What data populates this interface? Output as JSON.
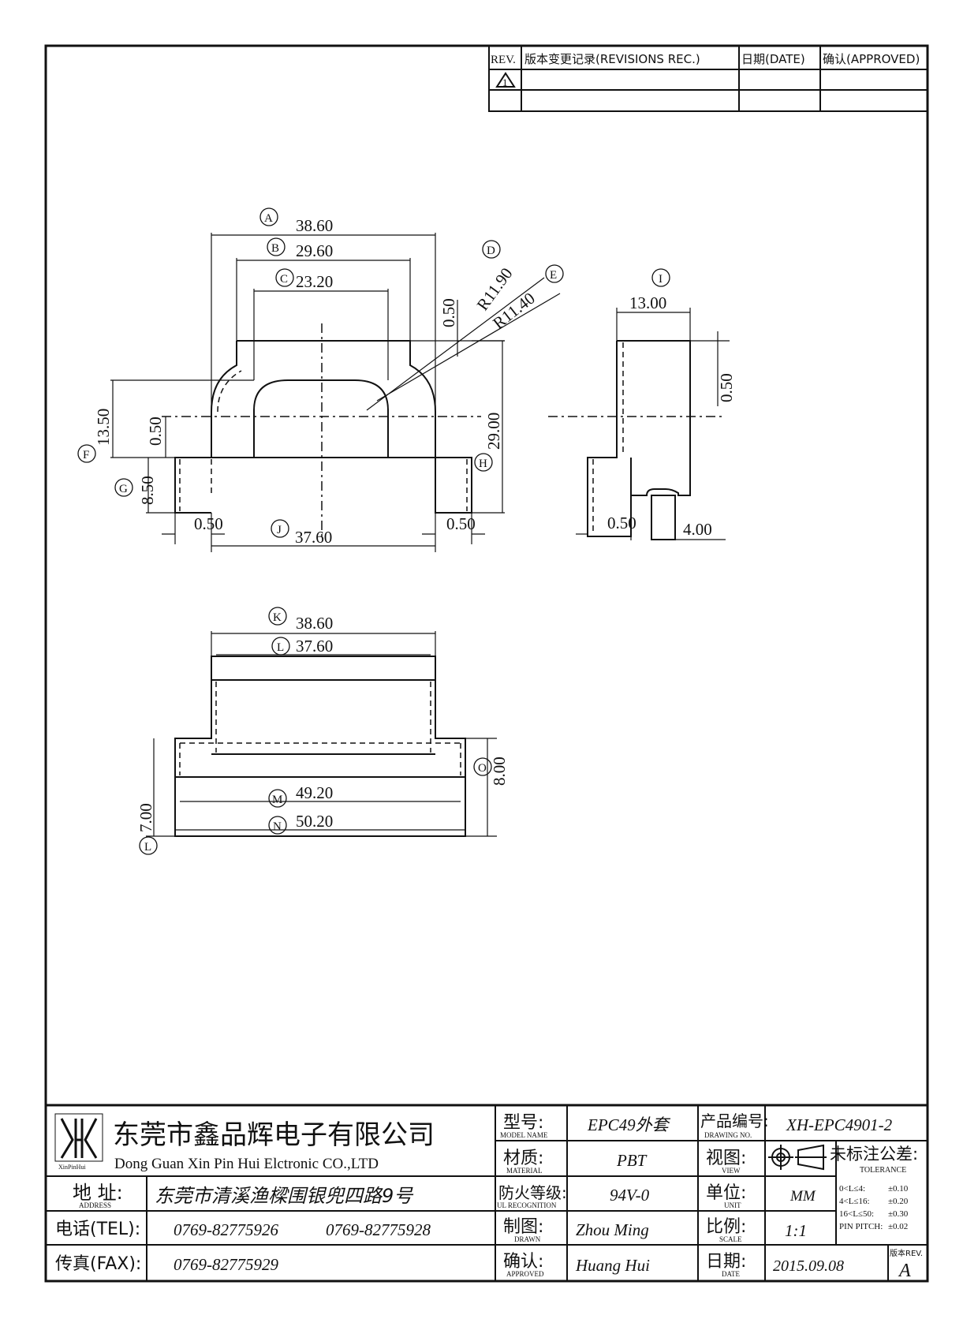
{
  "revision_block": {
    "rev_header": "REV.",
    "desc_header": "版本变更记录(REVISIONS REC.)",
    "date_header": "日期(DATE)",
    "approved_header": "确认(APPROVED)",
    "rev_mark": "1"
  },
  "dimensions": {
    "front": {
      "A": "38.60",
      "B": "29.60",
      "C": "23.20",
      "D": "R11.90",
      "E": "R11.40",
      "top_wall": "0.50",
      "F": "13.50",
      "F_wall": "0.50",
      "G": "8.50",
      "H": "29.00",
      "left_step": "0.50",
      "J": "37.60",
      "right_step": "0.50"
    },
    "side": {
      "I": "13.00",
      "wall": "0.50",
      "bottom_step": "0.50",
      "pin": "4.00"
    },
    "bottom": {
      "K": "38.60",
      "L_top": "37.60",
      "M": "49.20",
      "N": "50.20",
      "O": "8.00",
      "L_side": "7.00"
    }
  },
  "circle_labels": {
    "A": "A",
    "B": "B",
    "C": "C",
    "D": "D",
    "E": "E",
    "F": "F",
    "G": "G",
    "H": "H",
    "I": "I",
    "J": "J",
    "K": "K",
    "L": "L",
    "M": "M",
    "N": "N",
    "O": "O"
  },
  "title_block": {
    "company_cn": "东莞市鑫品辉电子有限公司",
    "company_en": "Dong Guan Xin Pin Hui Elctronic CO.,LTD",
    "logo_text": "XinPinHui",
    "model_label_cn": "型号:",
    "model_label_en": "MODEL NAME",
    "model_value": "EPC49外套",
    "drawing_no_label_cn": "产品编号:",
    "drawing_no_label_en": "DRAWING NO.",
    "drawing_no_value": "XH-EPC4901-2",
    "material_label_cn": "材质:",
    "material_label_en": "MATERIAL",
    "material_value": "PBT",
    "view_label_cn": "视图:",
    "view_label_en": "VIEW",
    "tolerance_title_cn": "未标注公差:",
    "tolerance_title_en": "TOLERANCE",
    "tolerances": [
      {
        "range": "0<L≤4:",
        "value": "±0.10"
      },
      {
        "range": "4<L≤16:",
        "value": "±0.20"
      },
      {
        "range": "16<L≤50:",
        "value": "±0.30"
      },
      {
        "range": "PIN PITCH:",
        "value": "±0.02"
      }
    ],
    "address_label_cn": "地 址:",
    "address_label_en": "ADDRESS",
    "address_value": "东莞市清溪渔樑围银兜四路9号",
    "ul_label_cn": "防火等级:",
    "ul_label_en": "UL RECOGNITION",
    "ul_value": "94V-0",
    "unit_label_cn": "单位:",
    "unit_label_en": "UNIT",
    "unit_value": "MM",
    "tel_label": "电话(TEL):",
    "tel_value_1": "0769-82775926",
    "tel_value_2": "0769-82775928",
    "drawn_label_cn": "制图:",
    "drawn_label_en": "DRAWN",
    "drawn_value": "Zhou Ming",
    "scale_label_cn": "比例:",
    "scale_label_en": "SCALE",
    "scale_value": "1:1",
    "fax_label": "传真(FAX):",
    "fax_value": "0769-82775929",
    "approved_label_cn": "确认:",
    "approved_label_en": "APPROVED",
    "approved_value": "Huang Hui",
    "date_label_cn": "日期:",
    "date_label_en": "DATE",
    "date_value": "2015.09.08",
    "rev_label": "版本REV.",
    "rev_value": "A"
  }
}
